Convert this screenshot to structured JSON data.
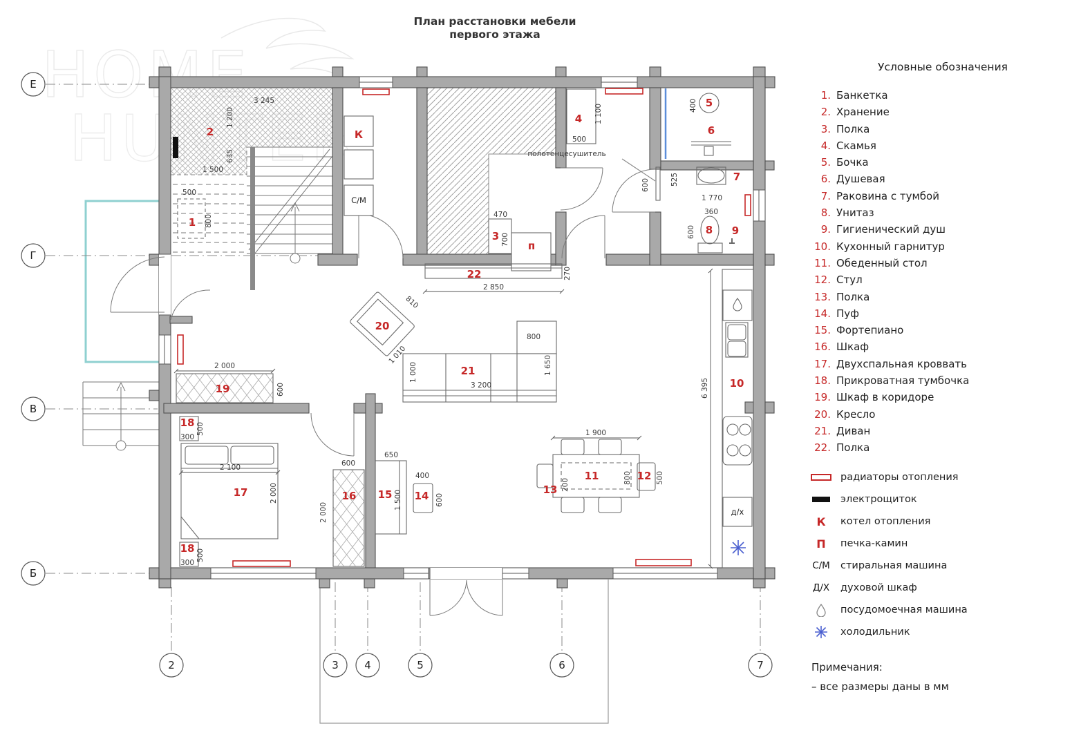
{
  "title": {
    "line1": "План расстановки мебели",
    "line2": "первого этажа"
  },
  "watermark": {
    "line1": "HOME",
    "line2": "HUNTER"
  },
  "axes": {
    "rows": [
      "Е",
      "Г",
      "В",
      "Б"
    ],
    "cols": [
      "2",
      "3",
      "4",
      "5",
      "6",
      "7"
    ]
  },
  "plan": {
    "furniture_numbers": {
      "n1": "1",
      "n2": "2",
      "n3": "3",
      "n4": "4",
      "n5": "5",
      "n6": "6",
      "n7": "7",
      "n8": "8",
      "n9": "9",
      "n10": "10",
      "n11": "11",
      "n12": "12",
      "n13": "13",
      "n14": "14",
      "n15": "15",
      "n16": "16",
      "n17": "17",
      "n18": "18",
      "n19": "19",
      "n20": "20",
      "n21": "21",
      "n22": "22"
    },
    "marks": {
      "boiler": "К",
      "stove": "п",
      "washer": "С/М",
      "oven": "д/х",
      "towel": "полотенцесушитель"
    },
    "dims": {
      "storage_width": "3 245",
      "storage_depth": "1 200",
      "storage_d2": "635",
      "storage_w2": "1 500",
      "bench1_w": "500",
      "bench1_d": "800",
      "bench4_w": "500",
      "bench4_l": "1 100",
      "barrel": "400",
      "towel_l": "600",
      "sink_off": "525",
      "sink_w": "1 770",
      "wc_w": "360",
      "wc_d": "600",
      "shelf3_w": "470",
      "shelf3_d": "700",
      "shelf22_w": "2 850",
      "shelf22_d": "270",
      "chair20_w": "810",
      "chair20_d": "1 010",
      "sofa_d": "1 000",
      "sofa_w": "3 200",
      "chaise_w": "800",
      "chaise_l": "1 650",
      "table_w": "1 900",
      "table_d": "800",
      "chair12": "500",
      "gap13": "200",
      "kitchen_l": "6 395",
      "ward19_w": "2 000",
      "ward19_d": "600",
      "nightstand_w": "300",
      "nightstand_d": "500",
      "bed_w": "2 100",
      "bed_l": "2 000",
      "ward16_w": "600",
      "ward16_l": "2 000",
      "piano_w": "650",
      "piano_l": "1 500",
      "pouf_w": "400",
      "pouf_l": "600"
    }
  },
  "legend": {
    "title": "Условные обозначения",
    "items": [
      {
        "n": "1.",
        "label": "Банкетка"
      },
      {
        "n": "2.",
        "label": "Хранение"
      },
      {
        "n": "3.",
        "label": "Полка"
      },
      {
        "n": "4.",
        "label": "Скамья"
      },
      {
        "n": "5.",
        "label": "Бочка"
      },
      {
        "n": "6.",
        "label": "Душевая"
      },
      {
        "n": "7.",
        "label": "Раковина с тумбой"
      },
      {
        "n": "8.",
        "label": "Унитаз"
      },
      {
        "n": "9.",
        "label": "Гигиенический душ"
      },
      {
        "n": "10.",
        "label": "Кухонный гарнитур"
      },
      {
        "n": "11.",
        "label": "Обеденный стол"
      },
      {
        "n": "12.",
        "label": "Стул"
      },
      {
        "n": "13.",
        "label": "Полка"
      },
      {
        "n": "14.",
        "label": "Пуф"
      },
      {
        "n": "15.",
        "label": "Фортепиано"
      },
      {
        "n": "16.",
        "label": "Шкаф"
      },
      {
        "n": "17.",
        "label": "Двухспальная кроввать"
      },
      {
        "n": "18.",
        "label": "Прикроватная тумбочка"
      },
      {
        "n": "19.",
        "label": "Шкаф в коридоре"
      },
      {
        "n": "20.",
        "label": "Кресло"
      },
      {
        "n": "21.",
        "label": "Диван"
      },
      {
        "n": "22.",
        "label": "Полка"
      }
    ],
    "symbols": {
      "radiator": "радиаторы отопления",
      "electro": "электрощиток",
      "boiler_sign": "К",
      "boiler": "котел отопления",
      "stove_sign": "П",
      "stove": "печка-камин",
      "washer_sign": "С/М",
      "washer": "стиральная машина",
      "oven_sign": "Д/Х",
      "oven": "духовой шкаф",
      "dishwasher": "посудомоечная машина",
      "fridge": "холодильник"
    },
    "notes_title": "Примечания:",
    "note1": "– все размеры даны в мм"
  },
  "colors": {
    "accent_red": "#c62828",
    "fridge_blue": "#4a5fd0",
    "glass_blue": "#5b8dd9",
    "porch_teal": "#8fd0d0",
    "wall_gray": "#a9a9a9"
  }
}
